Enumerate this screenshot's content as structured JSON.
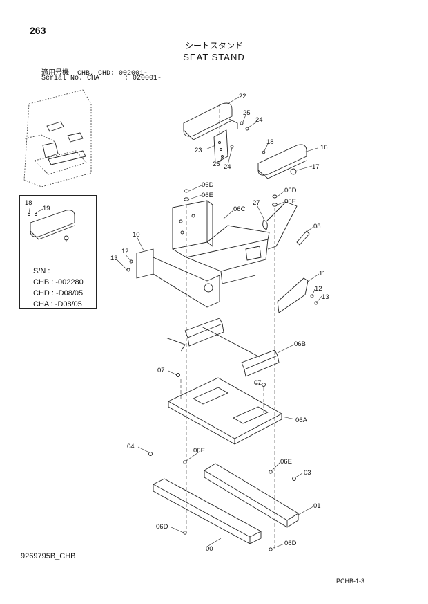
{
  "page_number": "263",
  "title_jp": "シートスタンド",
  "title_en": "SEAT STAND",
  "serial": {
    "line1": "適用号機  CHB, CHD: 002001-",
    "line2": "Serial No. CHA      : 020001-"
  },
  "sn_box": {
    "header": "S/N :",
    "rows": [
      "CHB : -002280",
      "CHD : -D08/05",
      "CHA : -D08/05"
    ]
  },
  "callouts": {
    "c22": "22",
    "c25a": "25",
    "c24a": "24",
    "c23": "23",
    "c25b": "25",
    "c24b": "24",
    "c18a": "18",
    "c16": "16",
    "c17": "17",
    "c18b": "18",
    "c19": "19",
    "c06Da": "06D",
    "c06Ea": "06E",
    "c06C": "06C",
    "c27": "27",
    "c06Db": "06D",
    "c06Eb": "06E",
    "c08": "08",
    "c10": "10",
    "c12a": "12",
    "c13a": "13",
    "c11": "11",
    "c12b": "12",
    "c13b": "13",
    "c06B": "06B",
    "c07a": "07",
    "c07b": "07",
    "c06A": "06A",
    "c04": "04",
    "c06Ec": "06E",
    "c06Ed": "06E",
    "c03": "03",
    "c01": "01",
    "c06Dc": "06D",
    "c00": "00",
    "c06Dd": "06D"
  },
  "footer": {
    "code": "9269795B_CHB",
    "page_ref": "PCHB-1-3"
  }
}
